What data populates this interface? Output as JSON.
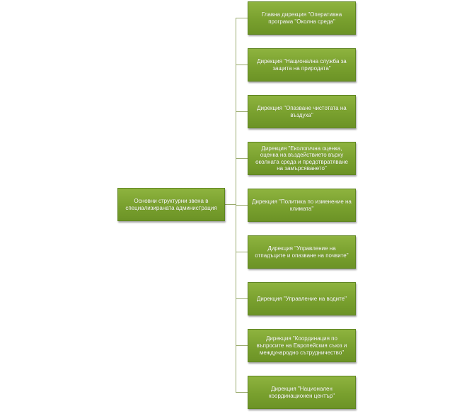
{
  "diagram": {
    "root": {
      "label": "Основни структурни звена в специализираната администрация"
    },
    "children": [
      {
        "label": "Главна дирекция  \"Оперативна програма \"Околна среда\""
      },
      {
        "label": "Дирекция  \"Национална служба за защита  на природата\""
      },
      {
        "label": "Дирекция  \"Опазване чистотата   на въздуха\""
      },
      {
        "label": "Дирекция  \"Екологична оценка, оценка  на въздействието  върху околната  среда и предотвратяване    на замърсяването\""
      },
      {
        "label": "Дирекция  \"Политика по изменение на климата\""
      },
      {
        "label": "Дирекция  \"Управление на отпадъците  и опазване  на почвите\""
      },
      {
        "label": "Дирекция  \"Управление на водите\""
      },
      {
        "label": "Дирекция  \"Координация по въпросите  на Европейския  съюз и международно  сътрудничество\""
      },
      {
        "label": "Дирекция  \"Национален координационен  център\""
      }
    ]
  }
}
